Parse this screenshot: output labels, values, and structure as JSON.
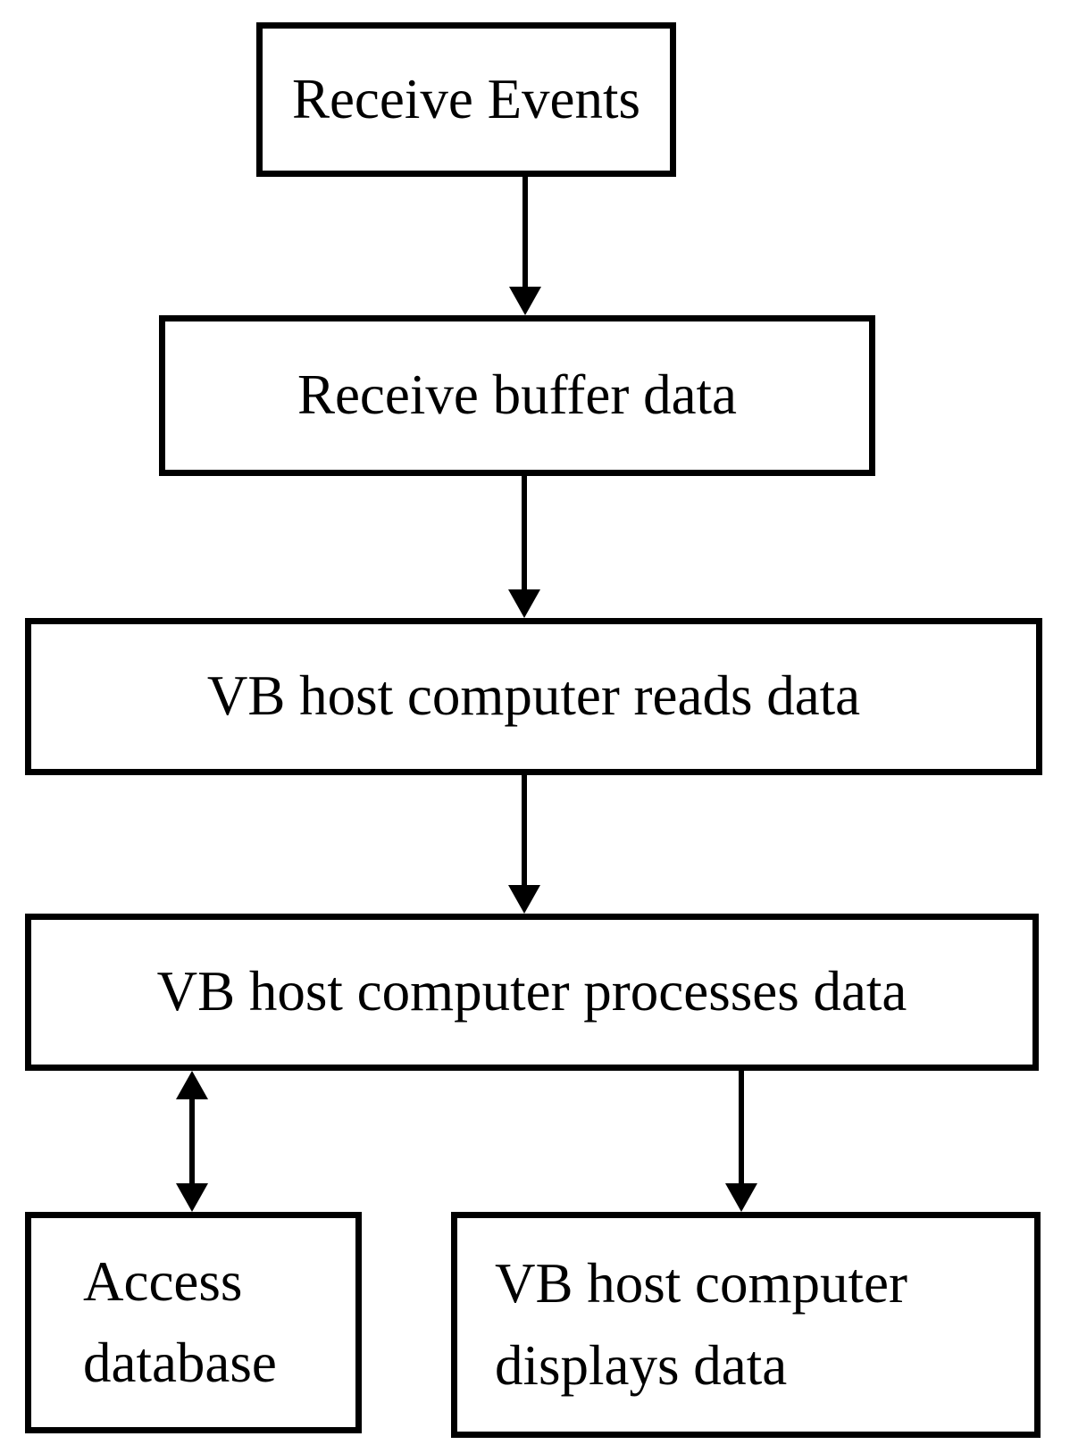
{
  "diagram": {
    "nodes": [
      {
        "id": "receive-events",
        "label": "Receive Events"
      },
      {
        "id": "receive-buffer-data",
        "label": "Receive buffer data"
      },
      {
        "id": "vb-host-reads-data",
        "label": "VB host computer reads data"
      },
      {
        "id": "vb-host-processes-data",
        "label": "VB host computer processes data"
      },
      {
        "id": "access-database",
        "label": "Access database"
      },
      {
        "id": "vb-host-displays-data",
        "label": "VB host computer displays data"
      }
    ],
    "edges": [
      {
        "from": "receive-events",
        "to": "receive-buffer-data",
        "style": "single-arrow-down"
      },
      {
        "from": "receive-buffer-data",
        "to": "vb-host-reads-data",
        "style": "single-arrow-down"
      },
      {
        "from": "vb-host-reads-data",
        "to": "vb-host-processes-data",
        "style": "single-arrow-down"
      },
      {
        "from": "vb-host-processes-data",
        "to": "access-database",
        "style": "double-arrow"
      },
      {
        "from": "vb-host-processes-data",
        "to": "vb-host-displays-data",
        "style": "single-arrow-down"
      }
    ],
    "colors": {
      "line": "#000000",
      "text": "#000000",
      "background": "#ffffff"
    }
  }
}
